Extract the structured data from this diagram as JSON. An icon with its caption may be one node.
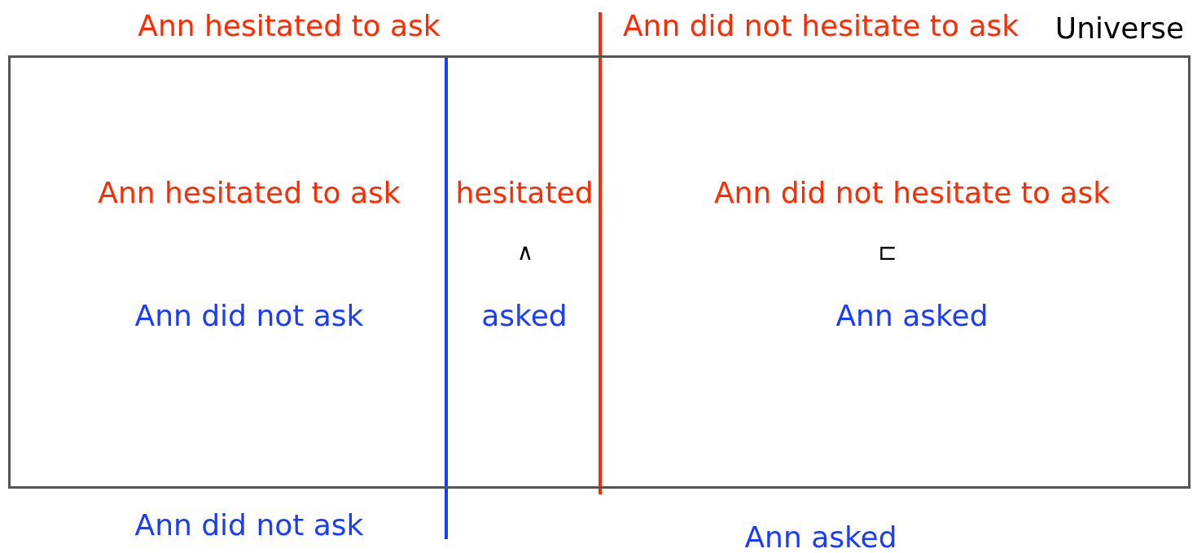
{
  "diagram": {
    "nodes": [
      {
        "text": [
          "Universe"
        ]
      }
    ],
    "labels": [
      "Ann hesitated to ask",
      "Ann did not hesitate to ask",
      "Ann hesitated to ask",
      "hesitated",
      "Ann did not hesitate to ask",
      "∧",
      "⊏",
      "Ann did not ask",
      "asked",
      "Ann asked",
      "Ann did not ask",
      "Ann asked"
    ]
  }
}
